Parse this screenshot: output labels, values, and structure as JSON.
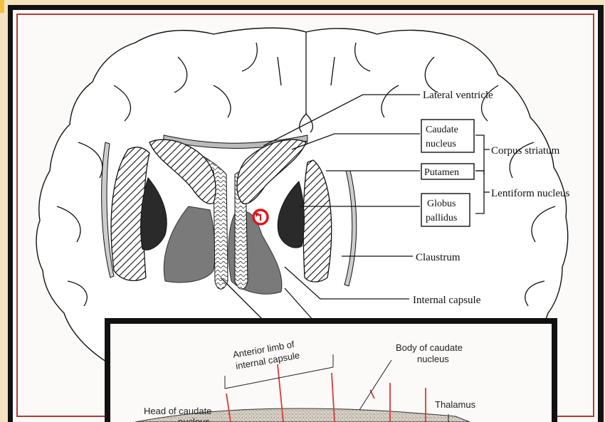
{
  "labels": {
    "lateral_ventricle": "Lateral ventricle",
    "caudate_line1": "Caudate",
    "caudate_line2": "nucleus",
    "corpus_striatum": "Corpus striatum",
    "putamen": "Putamen",
    "globus_line1": "Globus",
    "globus_line2": "pallidus",
    "lentiform_nucleus": "Lentiform nucleus",
    "claustrum": "Claustrum",
    "internal_capsule": "Internal capsule"
  },
  "inset": {
    "anterior_limb_line1": "Anterior limb of",
    "anterior_limb_line2": "internal capsule",
    "body_caudate_line1": "Body of caudate",
    "body_caudate_line2": "nucleus",
    "thalamus": "Thalamus",
    "head_caudate_line1": "Head of caudate",
    "head_caudate_line2": "nucleus"
  },
  "colors": {
    "frame_background": "#f5e3c0",
    "page_background": "#fbfaf8",
    "border": "#111111",
    "accent_red": "#e0141b",
    "inset_red_lines": "#d83a3a"
  },
  "marker": {
    "icon": "rotate-cursor-icon"
  }
}
